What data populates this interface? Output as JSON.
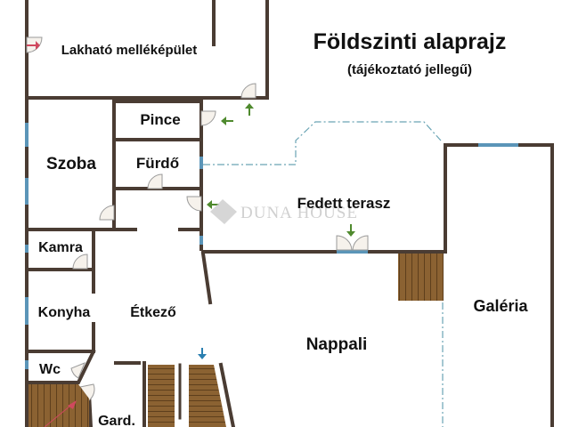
{
  "title": {
    "main": "Földszinti alaprajz",
    "sub": "(tájékoztató jellegű)"
  },
  "rooms": [
    {
      "id": "lakhato",
      "label": "Lakható melléképület"
    },
    {
      "id": "pince",
      "label": "Pince"
    },
    {
      "id": "szoba",
      "label": "Szoba"
    },
    {
      "id": "furdo",
      "label": "Fürdő"
    },
    {
      "id": "fedett-terasz",
      "label": "Fedett terasz"
    },
    {
      "id": "kamra",
      "label": "Kamra"
    },
    {
      "id": "konyha",
      "label": "Konyha"
    },
    {
      "id": "etkezo",
      "label": "Étkező"
    },
    {
      "id": "galeria",
      "label": "Galéria"
    },
    {
      "id": "nappali",
      "label": "Nappali"
    },
    {
      "id": "wc",
      "label": "Wc"
    },
    {
      "id": "gard",
      "label": "Gard."
    }
  ],
  "watermark": "DUNA HOUSE",
  "colors": {
    "wall": "#4a3c33",
    "window": "#5b95b8",
    "stairs": "#8b6232",
    "entry_arrow": "#4f8a2e",
    "red_arrow": "#d0485e",
    "blue_arrow": "#2a7fb0"
  }
}
